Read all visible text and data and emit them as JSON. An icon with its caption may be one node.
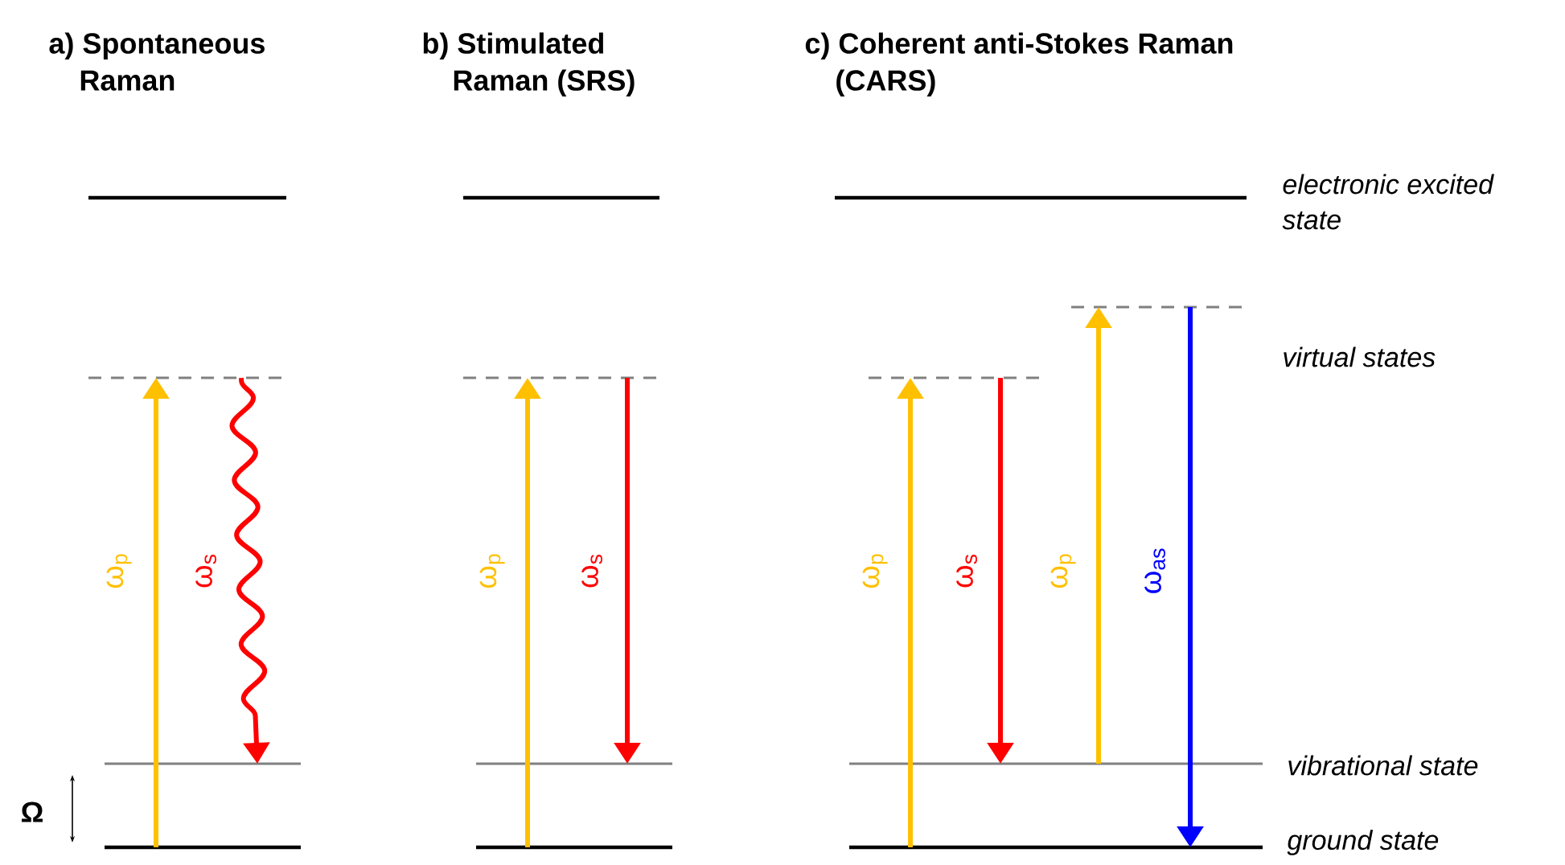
{
  "diagram": {
    "nodes": [
      {
        "text": [],
        "shape": "line"
      },
      {
        "text": [],
        "shape": "line"
      },
      {
        "text": [],
        "shape": "line"
      },
      {
        "text": [],
        "shape": "line"
      },
      {
        "text": [],
        "shape": "line"
      },
      {
        "text": [],
        "shape": "line"
      },
      {
        "text": [],
        "shape": "line"
      },
      {
        "text": [],
        "shape": "line"
      },
      {
        "text": [],
        "shape": "line"
      },
      {
        "text": [],
        "shape": "line"
      },
      {
        "text": [],
        "shape": "line"
      },
      {
        "text": [],
        "shape": "line"
      },
      {
        "text": [],
        "shape": "line"
      }
    ],
    "edges": [
      {
        "from": 3,
        "to": 1,
        "arrow": "to",
        "label": "ω$_{p}$"
      },
      {
        "from": 1,
        "to": 2,
        "arrow": "to",
        "label": "ω$_{s}$",
        "color": "#ff0000"
      },
      {
        "from": 7,
        "to": 5,
        "arrow": "to",
        "label": "ω$_{p}$"
      },
      {
        "from": 5,
        "to": 6,
        "arrow": "to",
        "label": "ω$_{s}$",
        "color": "#ff0000"
      },
      {
        "from": 12,
        "to": 9,
        "arrow": "to",
        "label": "ω$_{p}$"
      },
      {
        "from": 9,
        "to": 11,
        "arrow": "to",
        "label": "ω$_{s}$",
        "color": "#ff0000"
      },
      {
        "from": 11,
        "to": 10,
        "arrow": "to",
        "label": "ω$_{p}$"
      },
      {
        "from": 10,
        "to": 12,
        "arrow": "to",
        "label": "ω$_{as}$",
        "color": "#0000ff"
      }
    ],
    "labels": [
      "a) Spontaneous Raman",
      "b) Stimulated Raman (SRS)",
      "c) Coherent anti-Stokes Raman (CARS)",
      "electronic excited state",
      "virtual states",
      "vibrational state",
      "Ω",
      "ground state"
    ]
  }
}
